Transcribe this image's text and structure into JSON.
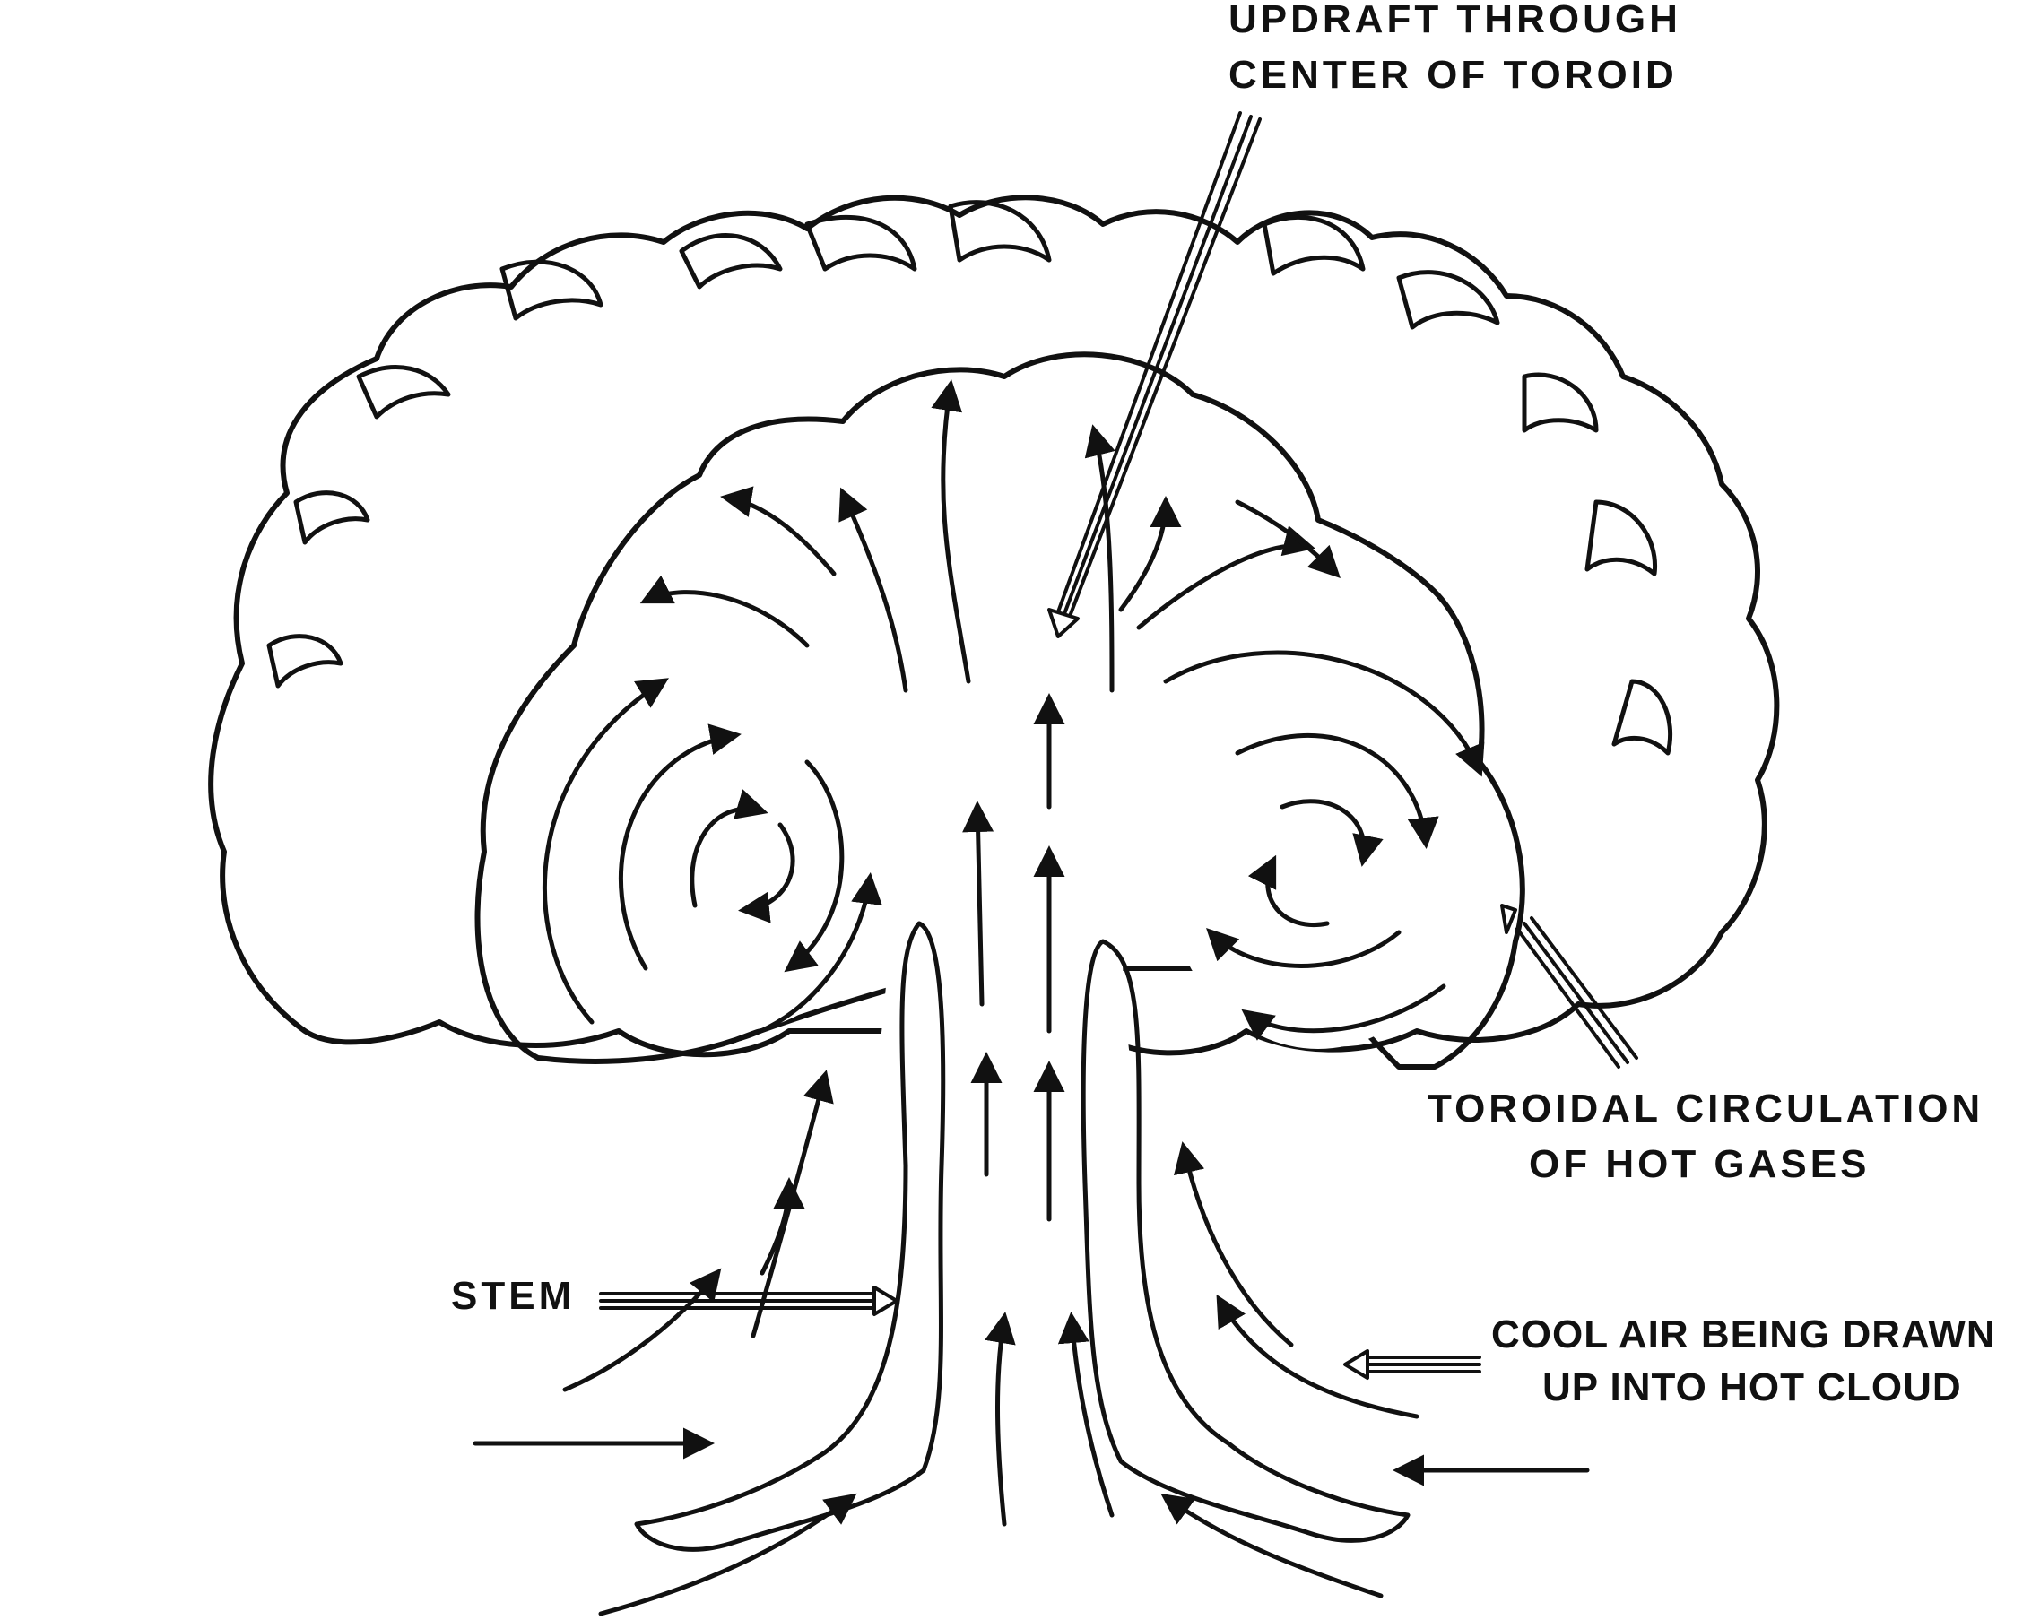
{
  "labels": {
    "updraft_line1": "UPDRAFT THROUGH",
    "updraft_line2": "CENTER OF TOROID",
    "toroidal_line1": "TOROIDAL CIRCULATION",
    "toroidal_line2": "OF HOT GASES",
    "stem": "STEM",
    "cool_air_line1": "COOL AIR  BEING DRAWN",
    "cool_air_line2": "UP INTO HOT CLOUD"
  },
  "colors": {
    "ink": "#111111",
    "shade": "#c8c8c8",
    "paper": "#ffffff"
  }
}
